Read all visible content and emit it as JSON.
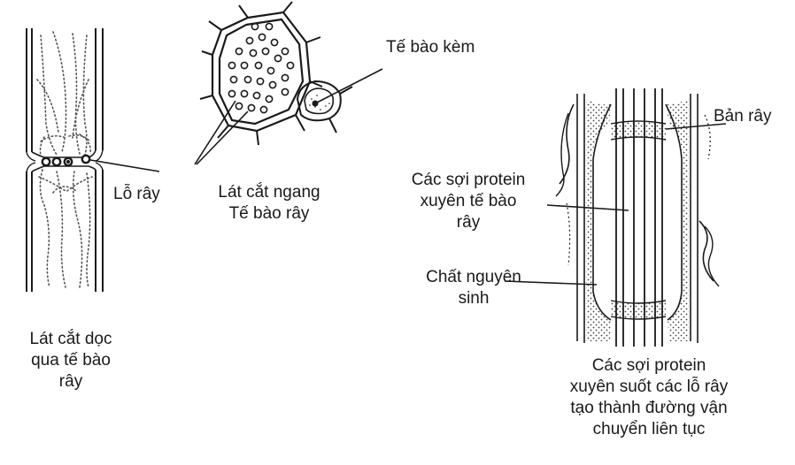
{
  "labels": {
    "long_section": "Lát cắt dọc\nqua tế bào\nrây",
    "sieve_pore": "Lỗ rây",
    "cross_section": "Lát cắt ngang\nTế bào rây",
    "companion_cell": "Tế bào kèm",
    "sieve_plate": "Bản rây",
    "protein_fibers": "Các sợi protein\nxuyên tế bào\nrây",
    "protoplasm": "Chất nguyên\nsinh",
    "caption": "Các sợi protein\nxuyên suốt các lỗ rây\ntạo thành đường vận\nchuyển liên tục"
  },
  "colors": {
    "ink": "#1a1a1a",
    "stipple": "#555555"
  }
}
